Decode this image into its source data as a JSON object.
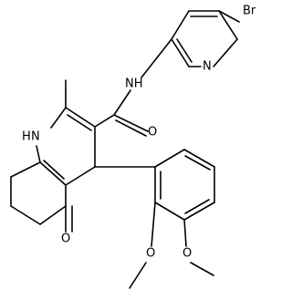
{
  "structure": {
    "labels": {
      "br": "Br",
      "amide_nh": "NH",
      "pyridine_n": "N",
      "amide_o": "O",
      "ring_nh": "H",
      "ring_n": "N",
      "ketone_o": "O",
      "methoxy_o1": "O",
      "methoxy_o2": "O"
    }
  }
}
